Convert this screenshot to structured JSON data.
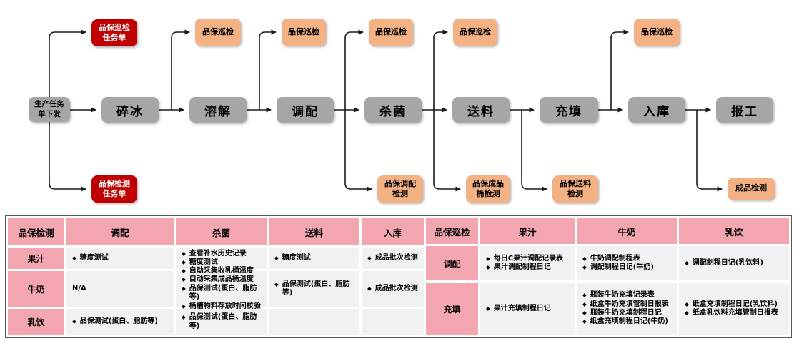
{
  "bullet": "◆",
  "colors": {
    "process_gray": "#A6A6A6",
    "qa_orange": "#F4B183",
    "task_red": "#C00000",
    "table_pink": "#F3A6AF",
    "cell_gray": "#F1F1F1"
  },
  "flow": {
    "start_label": "生产任务\n单下发",
    "steps": [
      "碎冰",
      "溶解",
      "调配",
      "杀菌",
      "送料",
      "充填",
      "入库",
      "报工"
    ],
    "red_top": "品保巡检\n任务单",
    "red_bottom": "品保检测\n任务单",
    "patrol_boxes": [
      "品保巡检",
      "品保巡检",
      "品保巡检",
      "品保巡检",
      "品保巡检"
    ],
    "bottom_checks": [
      "品保调配\n检测",
      "品保成品\n桶检测",
      "品保送料\n检测",
      "成品检测"
    ]
  },
  "left_table": {
    "headers": [
      "品保检测",
      "调配",
      "杀菌",
      "送料",
      "入库"
    ],
    "rows": [
      {
        "label": "果汁",
        "cells": [
          {
            "items": [
              "糖度测试"
            ]
          },
          {
            "items": [
              "查看补水历史记录",
              "糖度测试"
            ]
          },
          {
            "items": [
              "糖度测试"
            ]
          },
          {
            "items": [
              "成品批次检测"
            ]
          }
        ]
      },
      {
        "label": "牛奶",
        "cells": [
          {
            "plain": "N/A",
            "items": []
          },
          {
            "items": [
              "自动采集收乳桶温度",
              "自动采集成品桶温度",
              "品保测试(蛋白、脂肪等)",
              "桶槽物料存放时间校验"
            ]
          },
          {
            "items": [
              "品保测试(蛋白、脂肪等)"
            ]
          },
          {
            "items": [
              "成品批次检测"
            ]
          }
        ]
      },
      {
        "label": "乳饮",
        "cells": [
          {
            "items": [
              "品保测试(蛋白、脂肪等)"
            ]
          },
          {
            "items": [
              "品保测试(蛋白、脂肪等)"
            ]
          },
          {
            "items": []
          },
          {
            "items": []
          }
        ]
      }
    ]
  },
  "right_table": {
    "headers": [
      "品保巡检",
      "果汁",
      "牛奶",
      "乳饮"
    ],
    "rows": [
      {
        "label": "调配",
        "cells": [
          {
            "items": [
              "每日C果汁调配记录表",
              "果汁调配制程日记"
            ]
          },
          {
            "items": [
              "牛奶调配制程表",
              "调配制程日记(牛奶)"
            ]
          },
          {
            "items": [
              "调配制程日记(乳饮料)"
            ]
          }
        ]
      },
      {
        "label": "充填",
        "cells": [
          {
            "items": [
              "果汁充填制程日记"
            ]
          },
          {
            "items": [
              "瓶装牛奶充填记录表",
              "纸盒牛奶充填管制日报表",
              "瓶装牛奶充填制程日记",
              "纸盒充填制程日记(牛奶)"
            ]
          },
          {
            "items": [
              "纸盒充填制程日记(乳饮料)",
              "纸盒乳饮料充填管制日报表"
            ]
          }
        ]
      }
    ]
  }
}
